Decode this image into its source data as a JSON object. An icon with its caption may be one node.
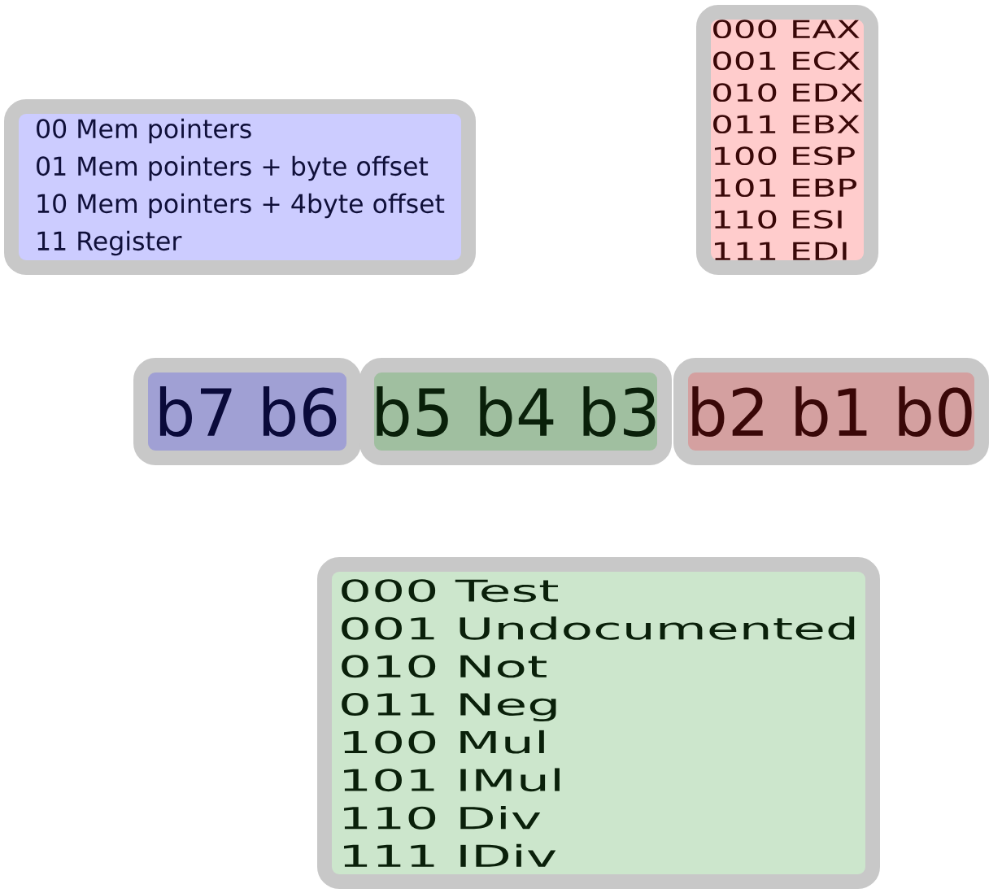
{
  "diagram": {
    "nodes": [
      {
        "text": [
          "00 Mem pointers",
          "01 Mem pointers + byte offset",
          "10 Mem pointers + 4byte offset",
          "11 Register"
        ]
      },
      {
        "text": [
          "000 EAX",
          "001 ECX",
          "010 EDX",
          "011 EBX",
          "100 ESP",
          "101 EBP",
          "110 ESI",
          "111 EDI"
        ]
      },
      {
        "text": [
          "b7 b6"
        ]
      },
      {
        "text": [
          "b5 b4 b3"
        ]
      },
      {
        "text": [
          "b2 b1 b0"
        ]
      },
      {
        "text": [
          "000 Test",
          "001 Undocumented",
          "010 Not",
          "011 Neg",
          "100 Mul",
          "101 IMul",
          "110 Div",
          "111 IDiv"
        ]
      }
    ]
  }
}
